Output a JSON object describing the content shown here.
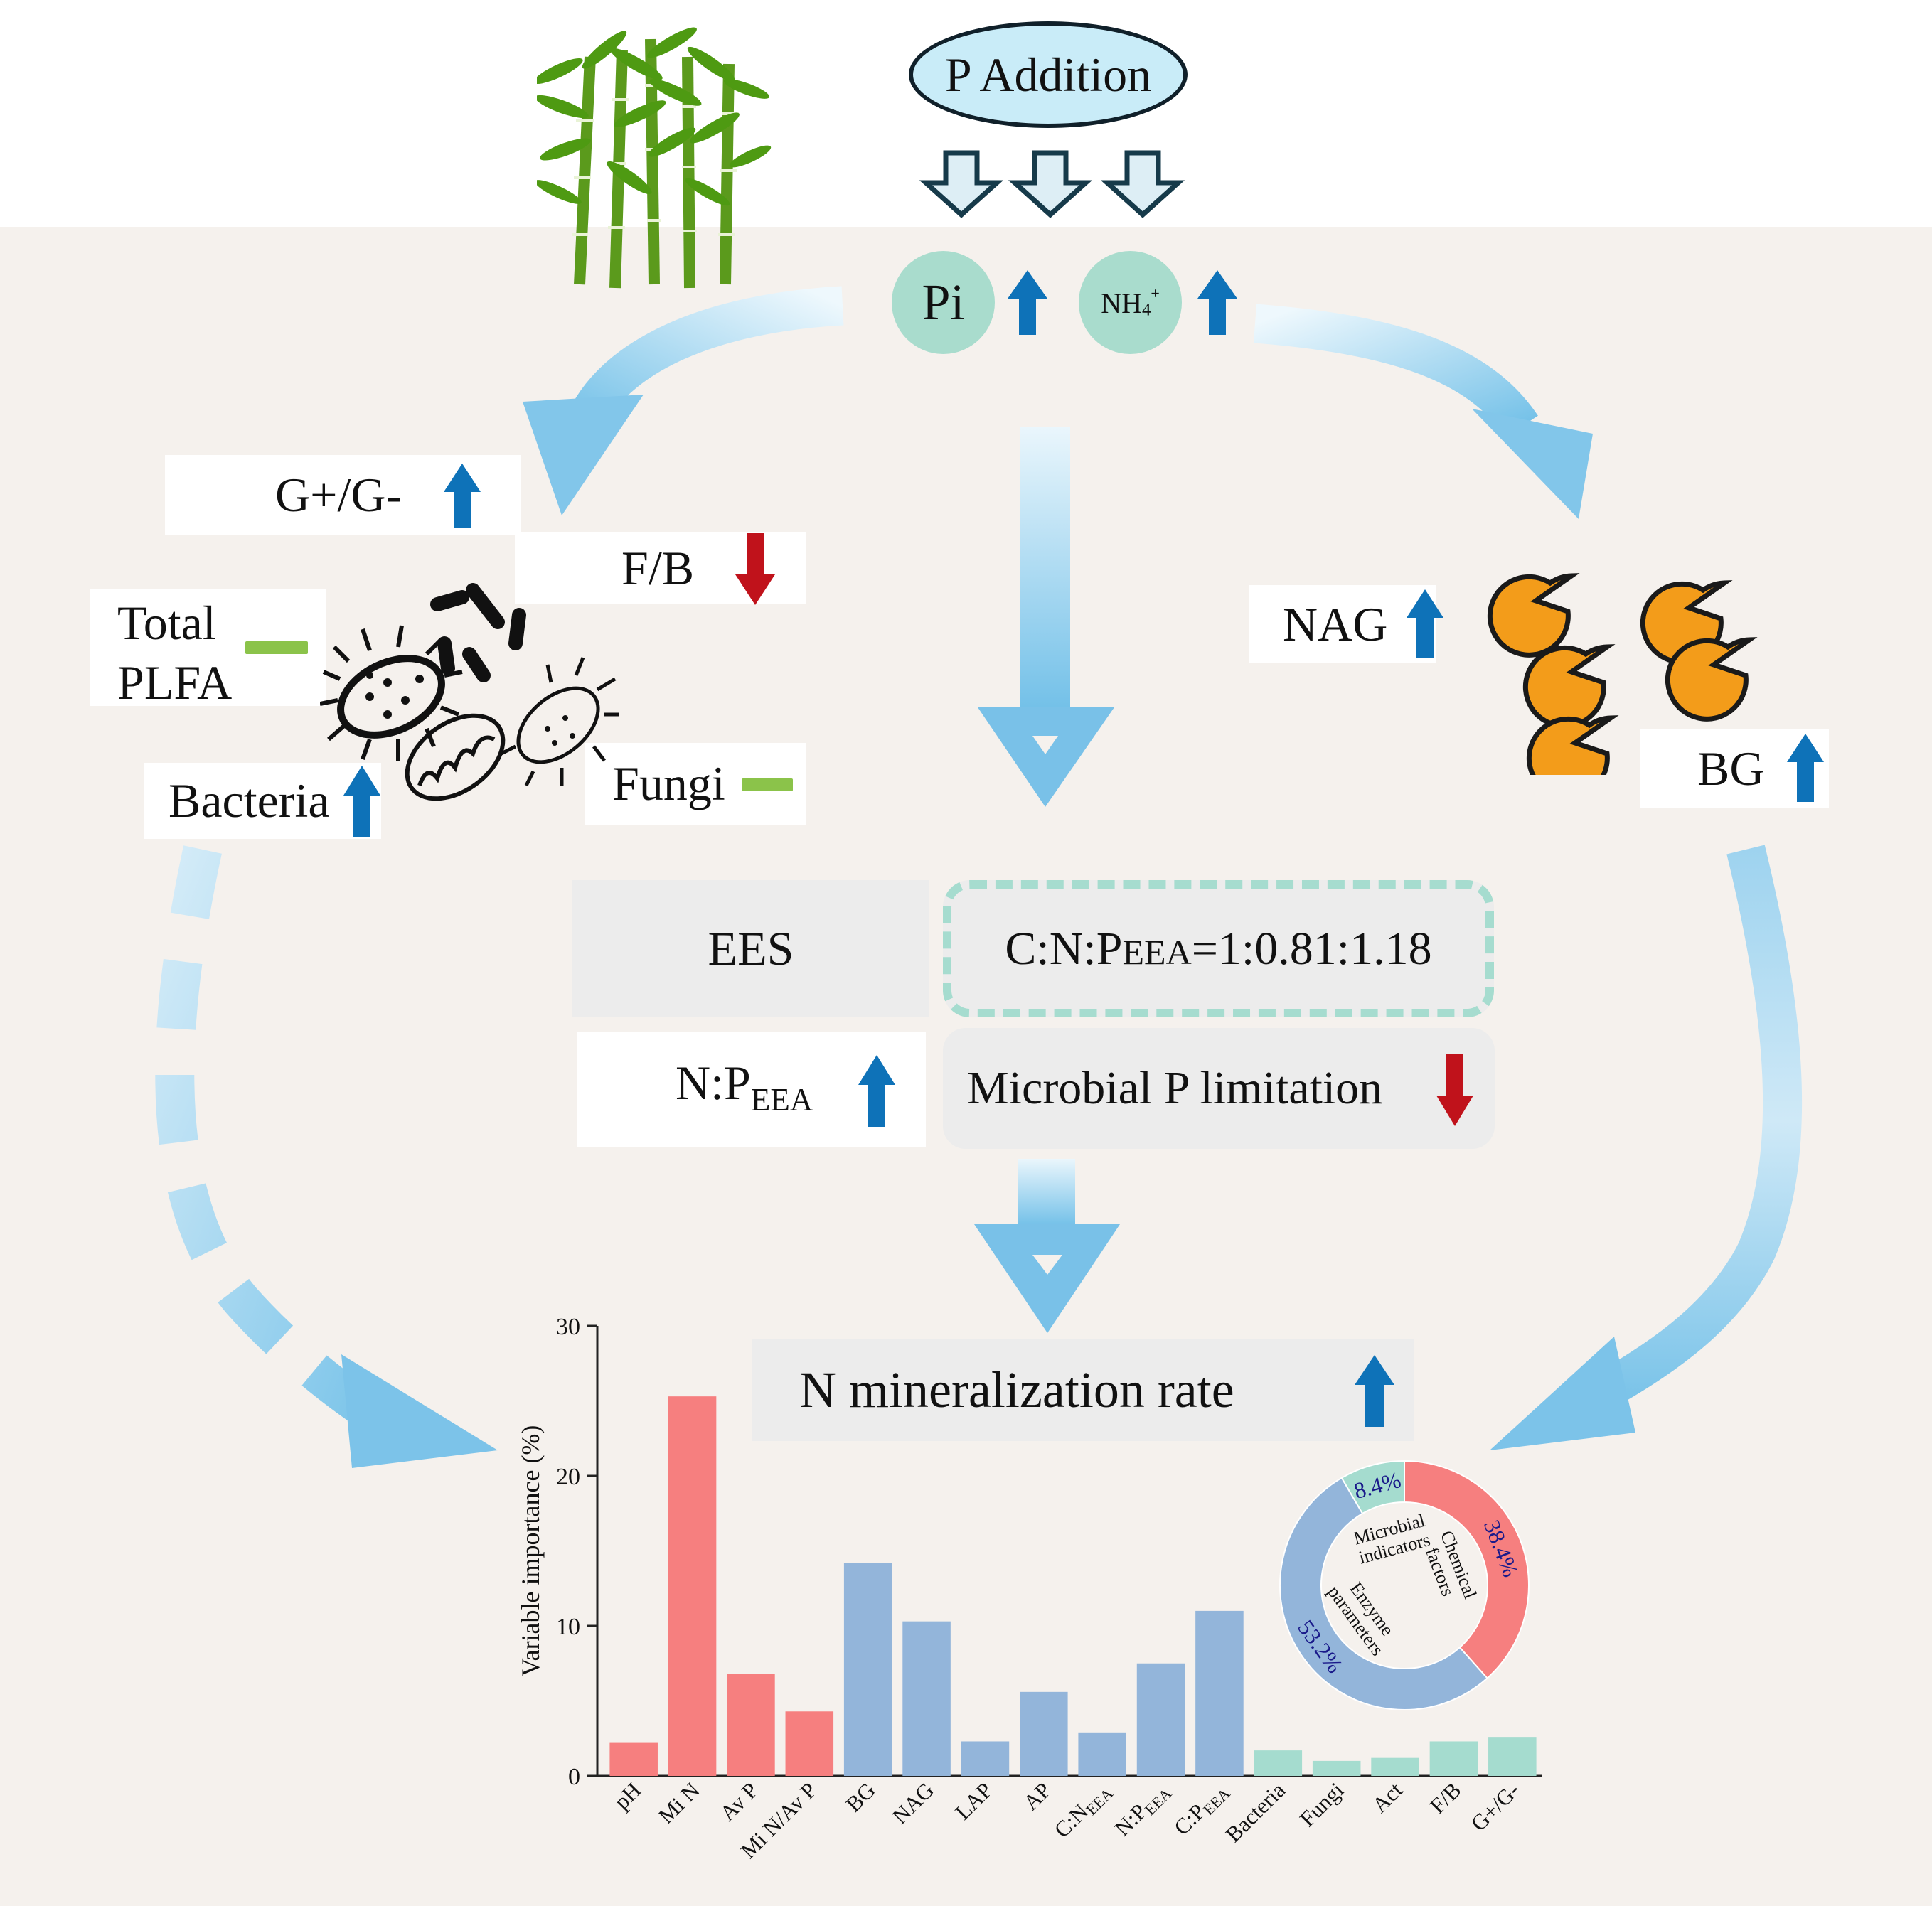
{
  "treatment": {
    "label": "P Addition"
  },
  "soil_nutrients": {
    "pi_label": "Pi",
    "nh4_label": "NH",
    "nh4_sub": "4",
    "nh4_sup": "+"
  },
  "microbial": {
    "g_ratio": "G+/G-",
    "fb": "F/B",
    "total_plfa_line1": "Total",
    "total_plfa_line2": "PLFA",
    "bacteria": "Bacteria",
    "fungi": "Fungi"
  },
  "enzymes": {
    "nag": "NAG",
    "bg": "BG"
  },
  "ees": {
    "label": "EES",
    "ratio_prefix": "C:N:P",
    "ratio_sub": "EEA",
    "ratio_value": "=1:0.81:1.18",
    "np_prefix": "N:P",
    "np_sub": "EEA",
    "limitation": "Microbial P limitation"
  },
  "outcome": {
    "label": "N mineralization rate"
  },
  "colors": {
    "up_arrow": "#0e72b8",
    "down_arrow": "#c0121b",
    "no_change": "#8bc34a",
    "chemical": "#f67f7f",
    "enzyme": "#93b5da",
    "microbial": "#a5dccf",
    "flow_arrow": "#7cc3e8",
    "soil_bg": "#f5f1ed",
    "badge": "#a9dccd",
    "enzyme_icon": "#f39c1a"
  },
  "chart_data": {
    "type": "bar",
    "ylabel": "Variable importance (%)",
    "ylim": [
      0,
      30
    ],
    "yticks": [
      0,
      10,
      20,
      30
    ],
    "categories": [
      {
        "label": "pH"
      },
      {
        "label": "Mi N"
      },
      {
        "label": "Av P"
      },
      {
        "label": "Mi N/Av P"
      },
      {
        "label": "BG"
      },
      {
        "label": "NAG"
      },
      {
        "label": "LAP"
      },
      {
        "label": "AP"
      },
      {
        "label": "C:N",
        "sub": "EEA"
      },
      {
        "label": "N:P",
        "sub": "EEA"
      },
      {
        "label": "C:P",
        "sub": "EEA"
      },
      {
        "label": "Bacteria"
      },
      {
        "label": "Fungi"
      },
      {
        "label": "Act"
      },
      {
        "label": "F/B"
      },
      {
        "label": "G+/G-"
      }
    ],
    "values": [
      2.2,
      25.3,
      6.8,
      4.3,
      14.2,
      10.3,
      2.3,
      5.6,
      2.9,
      7.5,
      11.0,
      1.7,
      1.0,
      1.2,
      2.3,
      2.6
    ],
    "groups": [
      "chemical",
      "chemical",
      "chemical",
      "chemical",
      "enzyme",
      "enzyme",
      "enzyme",
      "enzyme",
      "enzyme",
      "enzyme",
      "enzyme",
      "microbial",
      "microbial",
      "microbial",
      "microbial",
      "microbial"
    ]
  },
  "donut_data": {
    "type": "pie",
    "slices": [
      {
        "name": "Chemical factors",
        "line1": "Chemical",
        "line2": "factors",
        "value": 38.4,
        "label": "38.4%",
        "group": "chemical"
      },
      {
        "name": "Enzyme parameters",
        "line1": "Enzyme",
        "line2": "parameters",
        "value": 53.2,
        "label": "53.2%",
        "group": "enzyme"
      },
      {
        "name": "Microbial indicators",
        "line1": "Microbial",
        "line2": "indicators",
        "value": 8.4,
        "label": "8.4%",
        "group": "microbial"
      }
    ]
  }
}
